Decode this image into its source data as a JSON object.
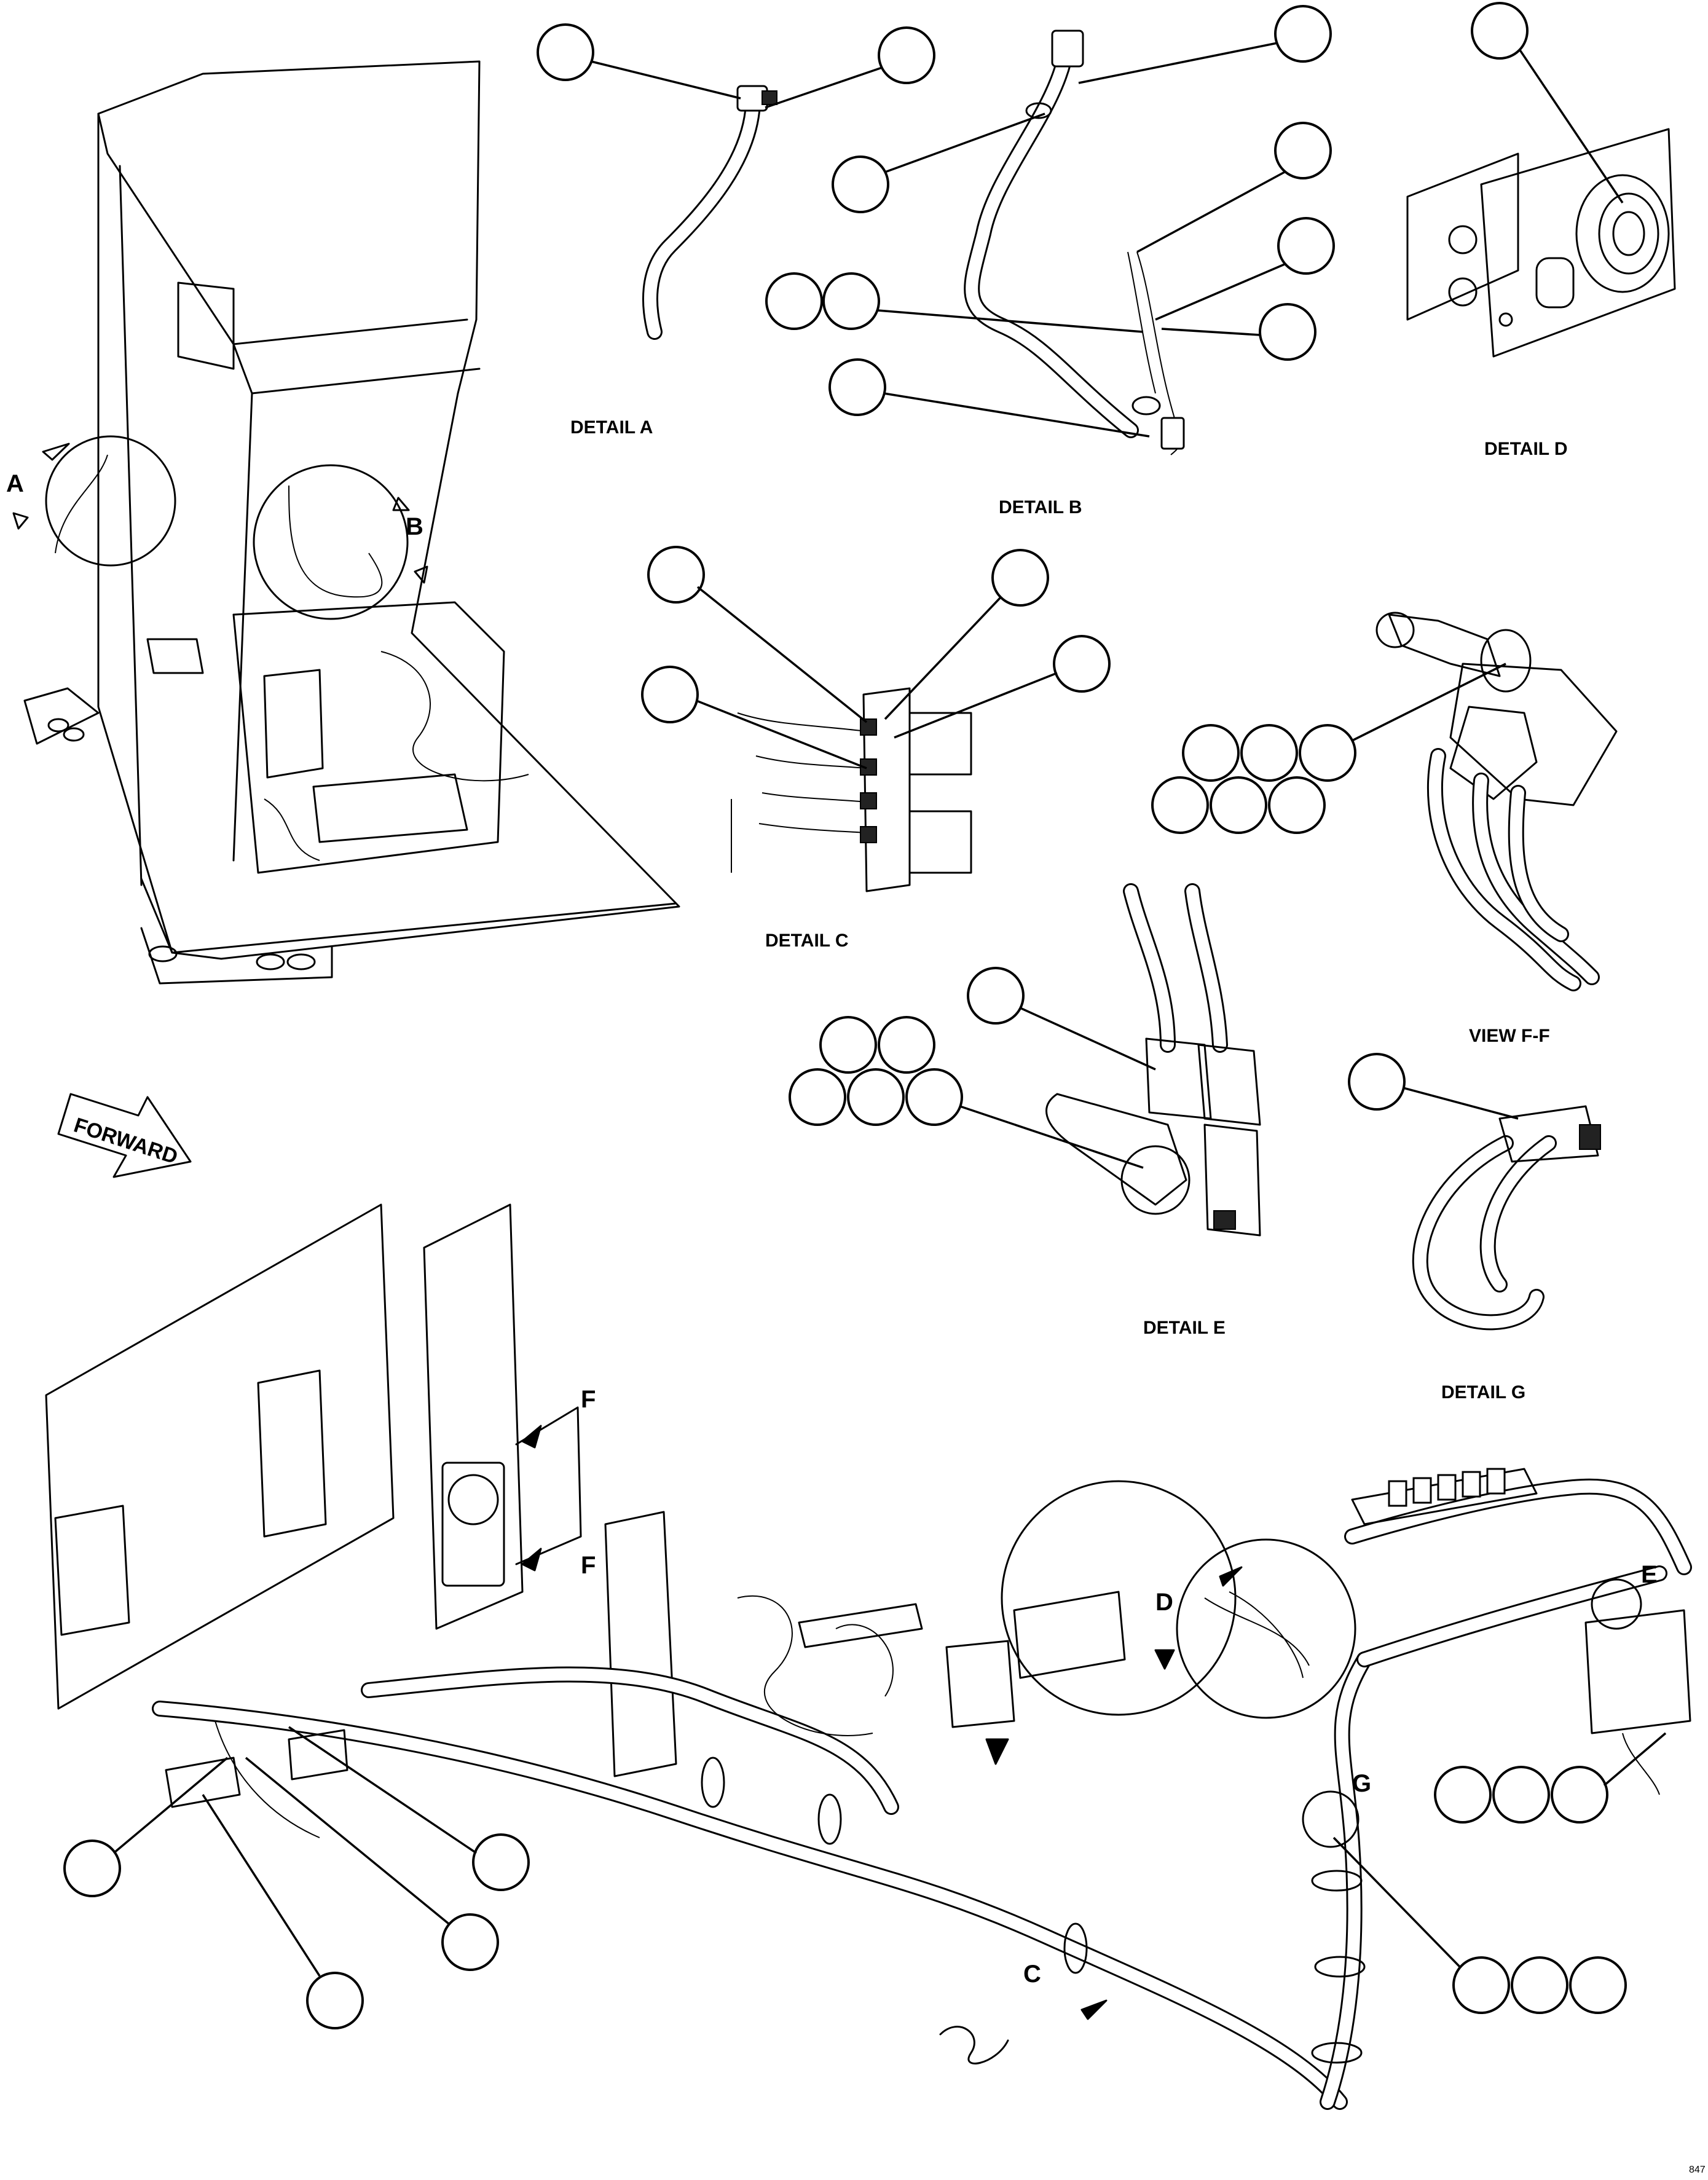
{
  "labels": {
    "detail_a": "DETAIL A",
    "detail_b": "DETAIL B",
    "detail_c": "DETAIL C",
    "detail_d": "DETAIL D",
    "detail_e": "DETAIL E",
    "detail_g": "DETAIL G",
    "view_ff": "VIEW F-F",
    "forward": "FORWARD",
    "figure_code": "847"
  },
  "view_letters": {
    "a": "A",
    "b": "B",
    "c": "C",
    "d": "D",
    "e": "E",
    "f_top": "F",
    "f_bottom": "F",
    "g": "G"
  },
  "callouts": {
    "note": "Index bubbles in the illustration are drawn empty (no numbers printed)."
  }
}
